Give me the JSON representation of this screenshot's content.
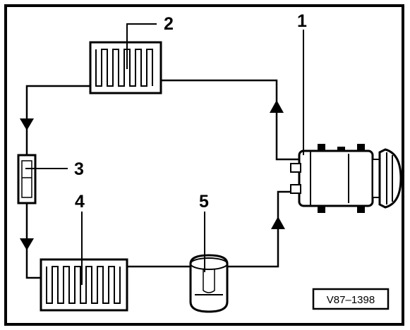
{
  "figure": {
    "reference_code": "V87–1398"
  },
  "callouts": {
    "compressor": "1",
    "condenser": "2",
    "expansion_valve": "3",
    "evaporator": "4",
    "receiver_drier": "5"
  },
  "colors": {
    "line": "#000000",
    "background": "#ffffff"
  }
}
